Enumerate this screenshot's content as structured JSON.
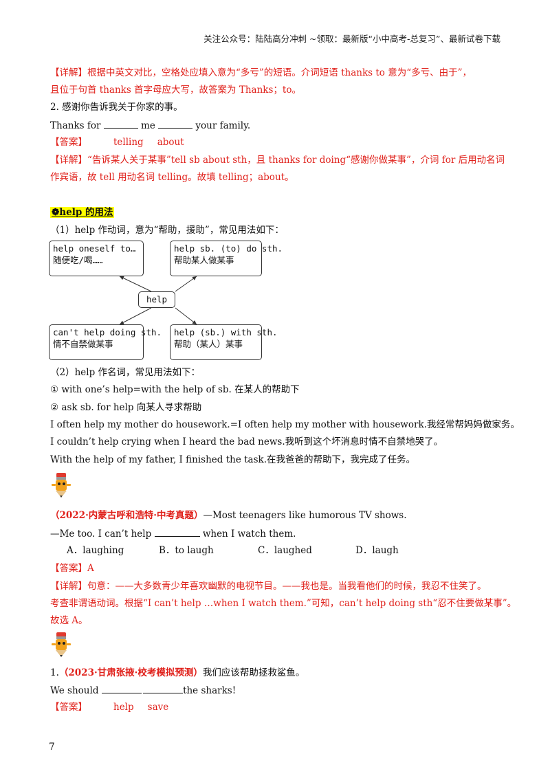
{
  "header": {
    "text": "关注公众号：陆陆高分冲刺  ~领取：最新版“小中高考-总复习”、最新试卷下载"
  },
  "q1": {
    "detail_line1": "【详解】根据中英文对比，空格处应填入意为“多亏”的短语。介词短语 thanks to 意为“多亏、由于”，",
    "detail_line2": "且位于句首 thanks 首字母应大写，故答案为 Thanks；to。"
  },
  "q2": {
    "prompt": "2. 感谢你告诉我关于你家的事。",
    "sentence_part1": "Thanks for",
    "sentence_part2": "me",
    "sentence_part3": "your family.",
    "answer_label": "【答案】",
    "answer_1": "telling",
    "answer_2": "about",
    "detail_line1": "【详解】“告诉某人关于某事”tell sb about sth，且 thanks for doing“感谢你做某事”，介词 for 后用动名词",
    "detail_line2": "作宾语，故 tell 用动名词 telling。故填 telling；about。"
  },
  "help_section": {
    "title": "❁help 的用法",
    "verb_intro": "（1）help 作动词，意为“帮助，援助”，常见用法如下：",
    "diagram": {
      "center": "help",
      "top_left_en": "help oneself to…",
      "top_left_zh": "随便吃/喝……",
      "top_right_en": "help sb. (to) do sth.",
      "top_right_zh": "帮助某人做某事",
      "bottom_left_en": "can't help doing sth.",
      "bottom_left_zh": "情不自禁做某事",
      "bottom_right_en": "help (sb.) with sth.",
      "bottom_right_zh": "帮助（某人）某事"
    },
    "noun_intro": "（2）help 作名词，常见用法如下：",
    "noun_item1": "①  with one’s help=with the help of sb. 在某人的帮助下",
    "noun_item2": "②  ask sb. for help 向某人寻求帮助",
    "example1": "I often help my mother do housework.=I often help my mother with housework.我经常帮妈妈做家务。",
    "example2": "I couldn’t help crying when I heard the bad news.我听到这个坏消息时情不自禁地哭了。",
    "example3": "With the help of my father, I finished the task.在我爸爸的帮助下，我完成了任务。"
  },
  "exam_q": {
    "source": "（2022·内蒙古呼和浩特·中考真题）",
    "line1_rest": "—Most teenagers like humorous TV shows.",
    "line2_a": "—Me too. I can’t help",
    "line2_b": "when I watch them.",
    "options": [
      "A．laughing",
      "B．to laugh",
      "C．laughed",
      "D．laugh"
    ],
    "answer": "【答案】A",
    "detail_line1": "【详解】句意：——大多数青少年喜欢幽默的电视节目。——我也是。当我看他们的时候，我忍不住笑了。",
    "detail_line2": "考查非谓语动词。根据“I can’t help …when I watch them.”可知，can’t help doing sth“忍不住要做某事”。",
    "detail_line3": "故选 A。"
  },
  "practice_q": {
    "number": "1.",
    "source": "（2023·甘肃张掖·校考模拟预测）",
    "prompt_rest": "我们应该帮助拯救鲨鱼。",
    "sentence_a": "We should",
    "sentence_b": "the sharks!",
    "answer_label": "【答案】",
    "answer_1": "help",
    "answer_2": "save"
  },
  "page_number": "7"
}
